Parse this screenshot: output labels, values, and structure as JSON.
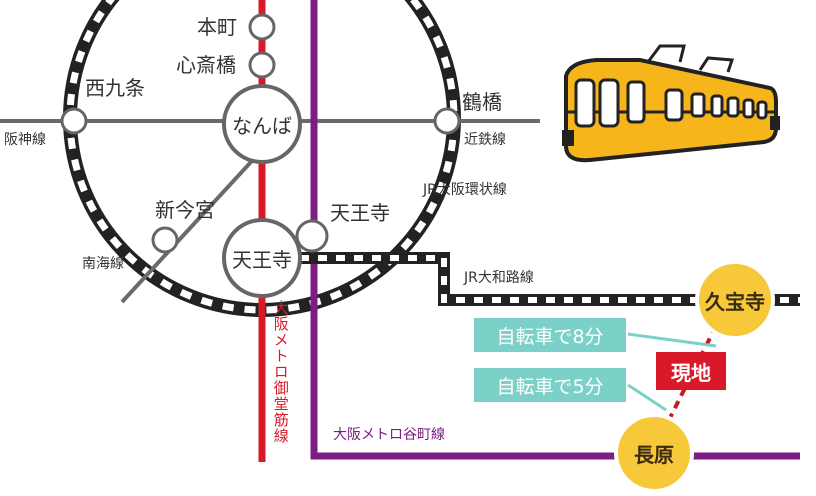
{
  "colors": {
    "midosuji_line": "#d7192a",
    "tanimachi_line": "#7b1d83",
    "private_line": "#666666",
    "jr_track_dark": "#222222",
    "station_gold": "#f6c83a",
    "callout_teal": "#7bd1c7",
    "current_marker": "#d7192a"
  },
  "stations": {
    "honmachi": "本町",
    "shinsaibashi": "心斎橋",
    "namba": "なんば",
    "nishikujo": "西九条",
    "tsuruhashi": "鶴橋",
    "shin_imamiya": "新今宮",
    "tennoji_jr": "天王寺",
    "tennoji": "天王寺",
    "kyuhoji": "久宝寺",
    "nagahara": "長原"
  },
  "lines": {
    "hanshin": "阪神線",
    "kintetsu": "近鉄線",
    "jr_loop": "JR大阪環状線",
    "nankai": "南海線",
    "jr_yamatoji": "JR大和路線",
    "midosuji": "大阪メトロ御堂筋線",
    "tanimachi": "大阪メトロ谷町線"
  },
  "callouts": {
    "bike_kyuhoji": "自転車で8分",
    "bike_nagahara": "自転車で5分"
  },
  "current_location": "現地",
  "icons": {
    "train": "train-icon"
  }
}
